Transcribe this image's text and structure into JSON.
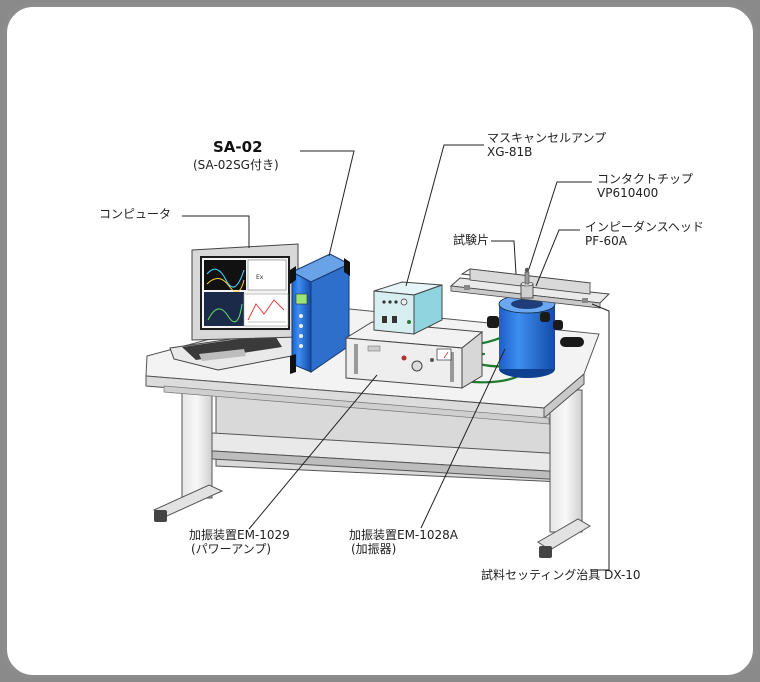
{
  "labels": {
    "sa02_title": "SA-02",
    "sa02_sub": "(SA-02SG付き)",
    "computer": "コンピュータ",
    "mass_cancel": "マスキャンセルアンプ",
    "mass_cancel_model": "XG-81B",
    "contact_tip": "コンタクトチップ",
    "contact_tip_model": "VP610400",
    "impedance_head": "インピーダンスヘッド",
    "impedance_head_model": "PF-60A",
    "specimen": "試験片",
    "power_amp_name": "加振装置EM-1029",
    "power_amp_sub": "(パワーアンプ)",
    "exciter_name": "加振装置EM-1028A",
    "exciter_sub": "(加振器)",
    "fixture": "試料セッティング治具 DX-10"
  },
  "colors": {
    "frame": "#8c8c8c",
    "cable": "#1f7a2e",
    "exciter_blue": "#1e6fe0",
    "amp_box": "#d8eff2",
    "analyzer_blue": "#3f7fd6"
  }
}
